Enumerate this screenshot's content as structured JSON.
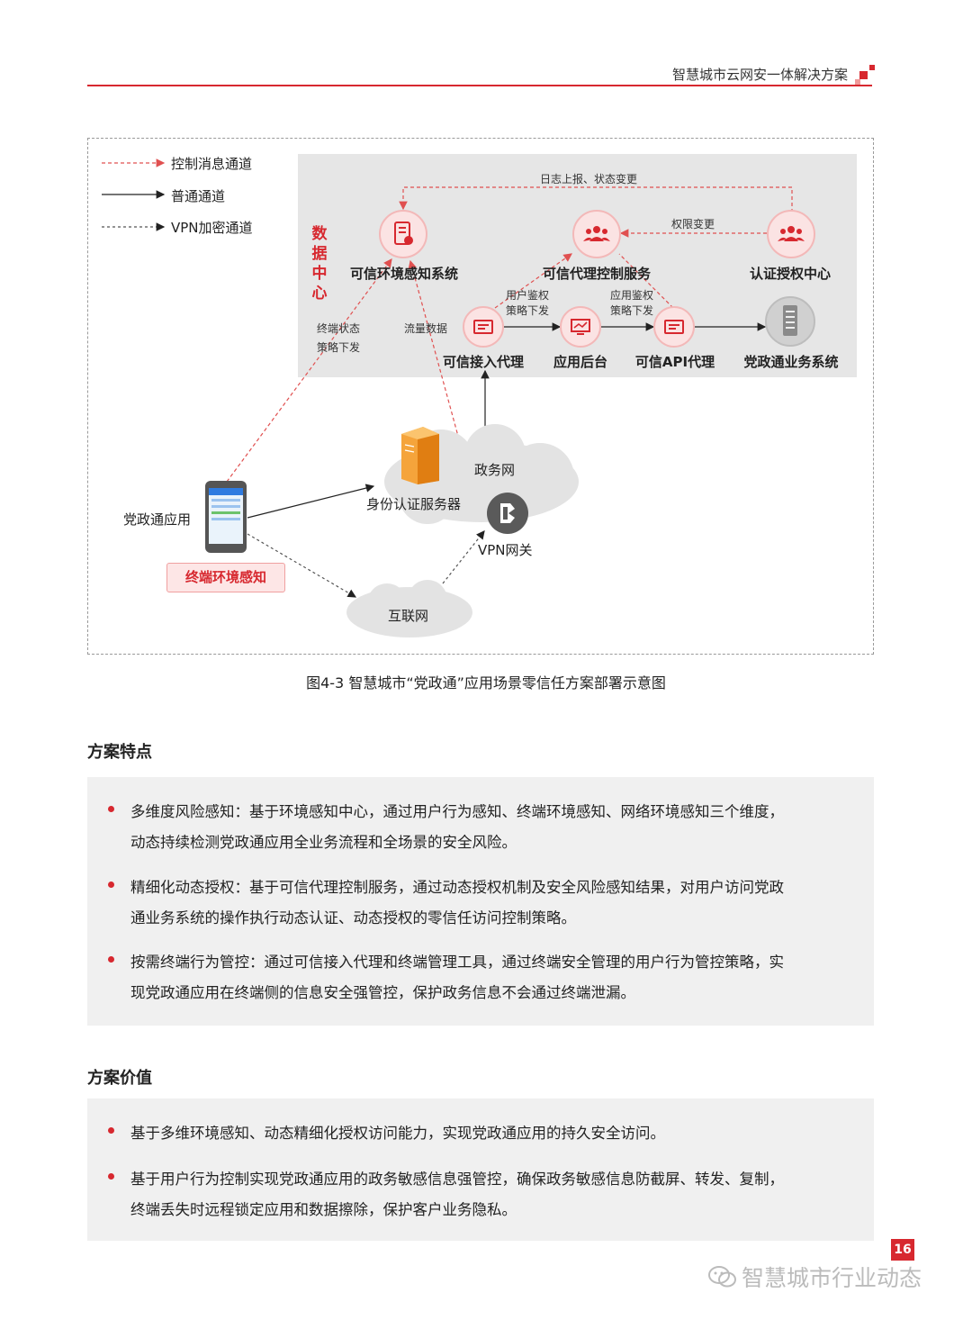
{
  "header": {
    "title": "智慧城市云网安一体解决方案"
  },
  "diagram": {
    "legend": [
      "控制消息通道",
      "普通通道",
      "VPN加密通道"
    ],
    "data_center_title": "数据中心",
    "nodes": {
      "env_sense": "可信环境感知系统",
      "proxy_ctrl": "可信代理控制服务",
      "auth_center": "认证授权中心",
      "access_proxy": "可信接入代理",
      "app_backend": "应用后台",
      "api_proxy": "可信API代理",
      "biz_system": "党政通业务系统",
      "id_server": "身份认证服务器",
      "gov_net": "政务网",
      "vpn_gateway": "VPN网关",
      "internet": "互联网",
      "app": "党政通应用",
      "terminal_sense": "终端环境感知"
    },
    "edge_labels": {
      "log_report": "日志上报、状态变更",
      "perm_change": "权限变更",
      "user_auth_line1": "用户鉴权",
      "user_auth_line2": "策略下发",
      "app_auth_line1": "应用鉴权",
      "app_auth_line2": "策略下发",
      "term_state_line1": "终端状态",
      "term_state_line2": "策略下发",
      "traffic": "流量数据"
    },
    "caption": "图4-3 智慧城市“党政通”应用场景零信任方案部署示意图"
  },
  "features": {
    "title": "方案特点",
    "items": [
      {
        "line1": "多维度风险感知：基于环境感知中心，通过用户行为感知、终端环境感知、网络环境感知三个维度，",
        "line2": "动态持续检测党政通应用全业务流程和全场景的安全风险。"
      },
      {
        "line1": "精细化动态授权：基于可信代理控制服务，通过动态授权机制及安全风险感知结果，对用户访问党政",
        "line2": "通业务系统的操作执行动态认证、动态授权的零信任访问控制策略。"
      },
      {
        "line1": "按需终端行为管控：通过可信接入代理和终端管理工具，通过终端安全管理的用户行为管控策略，实",
        "line2": "现党政通应用在终端侧的信息安全强管控，保护政务信息不会通过终端泄漏。"
      }
    ]
  },
  "value": {
    "title": "方案价值",
    "items": [
      {
        "line1": "基于多维环境感知、动态精细化授权访问能力，实现党政通应用的持久安全访问。",
        "line2": ""
      },
      {
        "line1": "基于用户行为控制实现党政通应用的政务敏感信息强管控，确保政务敏感信息防截屏、转发、复制，",
        "line2": "终端丢失时远程锁定应用和数据擦除，保护客户业务隐私。"
      }
    ]
  },
  "page_number": "16",
  "watermark": "智慧城市行业动态",
  "colors": {
    "accent": "#d7282f",
    "panel": "#e6e6e6",
    "box": "#f0f0f0"
  }
}
